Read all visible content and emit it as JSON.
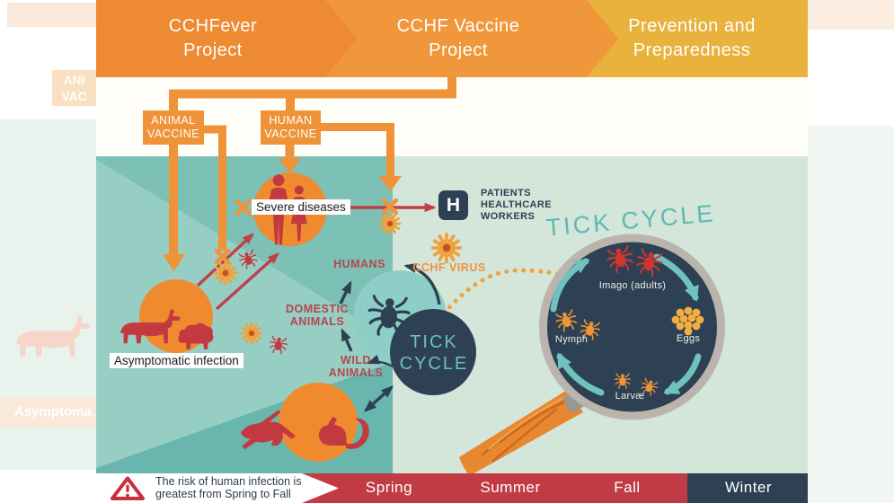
{
  "banner": {
    "segments": [
      {
        "label": "CCHFever\nProject",
        "color": "#ee8a31"
      },
      {
        "label": "CCHF Vaccine\nProject",
        "color": "#f0973b"
      },
      {
        "label": "Prevention and\nPreparedness",
        "color": "#e8b23c"
      }
    ]
  },
  "vaccine_boxes": {
    "animal": "ANIMAL\nVACCINE",
    "human": "HUMAN\nVACCINE"
  },
  "diagram": {
    "severe": "Severe diseases",
    "asymptomatic": "Asymptomatic infection",
    "humans": "HUMANS",
    "cchf_virus": "CCHF VIRUS",
    "domestic": "DOMESTIC\nANIMALS",
    "wild": "WILD\nANIMALS",
    "hospital_letter": "H",
    "patients": "PATIENTS\nHEALTHCARE\nWORKERS",
    "tick_cycle_center": "TICK\nCYCLE",
    "tick_cycle_heading": "TICK CYCLE"
  },
  "lens": {
    "imago": "Imago (adults)",
    "eggs": "Eggs",
    "larvae": "Larvæ",
    "nymph": "Nymph"
  },
  "risk_bar": {
    "warning_text": "The risk of human infection is\ngreatest from Spring to Fall",
    "seasons": [
      "Spring",
      "Summer",
      "Fall",
      "Winter"
    ]
  },
  "background": {
    "faded_box": "ANI\nVAC",
    "faded_caption": "Asymptoma"
  },
  "colors": {
    "orange_connector": "#ee9338",
    "circle_orange": "#f08a2e",
    "silhouette_red": "#c2393f",
    "arrow_red": "#c04048",
    "navy": "#2e4154",
    "teal_arrow": "#6fc2be",
    "panel_teal_dark": "#7cc0b6",
    "panel_teal_light": "#96cec4",
    "panel_teal_deep": "#68b6ad",
    "panel_green": "#d4e5d9",
    "season_red": "#c13b45",
    "virus_orange": "#f0a23c",
    "heading_teal": "#5fb8b5"
  }
}
